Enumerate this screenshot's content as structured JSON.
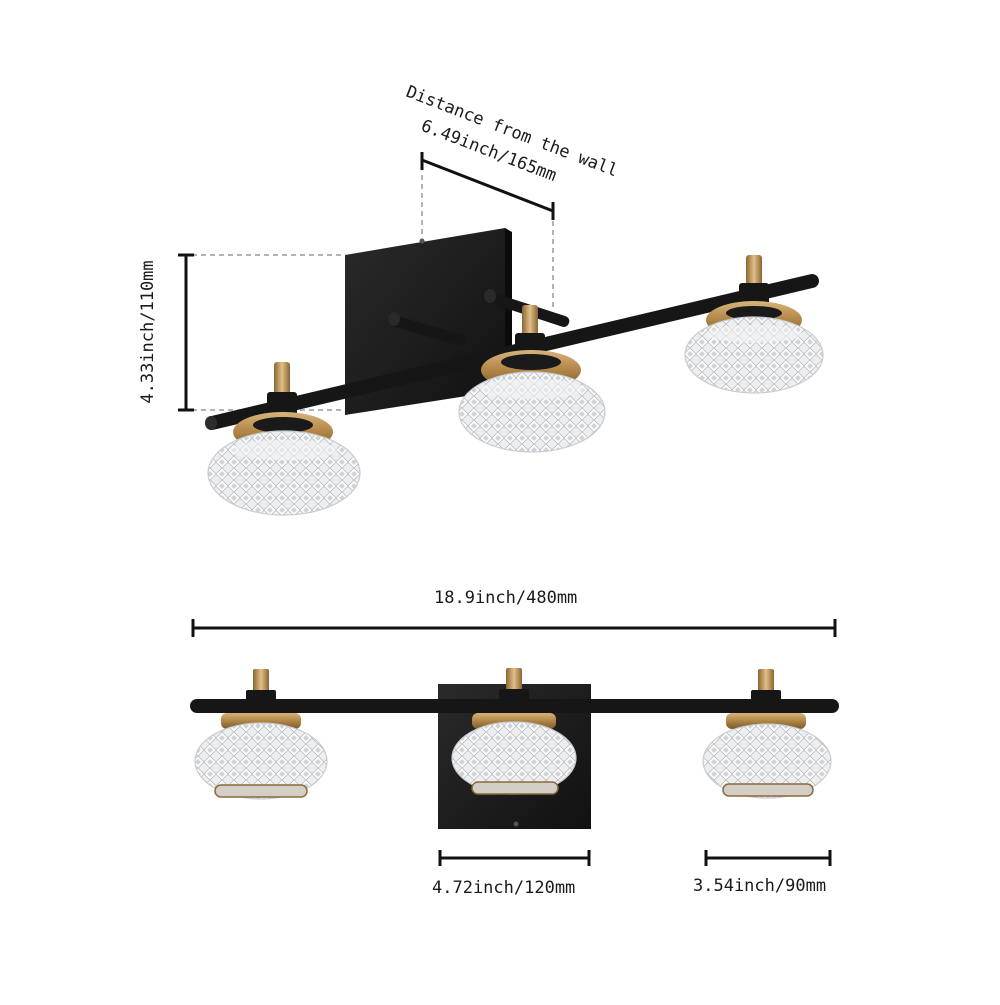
{
  "dimensions": {
    "wall_distance_title": "Distance from the wall",
    "wall_distance_value": "6.49inch/165mm",
    "height": "4.33inch/110mm",
    "total_width": "18.9inch/480mm",
    "backplate_width": "4.72inch/120mm",
    "shade_width": "3.54inch/90mm"
  },
  "colors": {
    "fixture_black": "#1b1b1b",
    "brass": "#b8925a",
    "glass": "#e9eaec",
    "dim_line": "#111111",
    "guide_line": "#9a9a9a"
  },
  "product": {
    "light_count": 3
  }
}
